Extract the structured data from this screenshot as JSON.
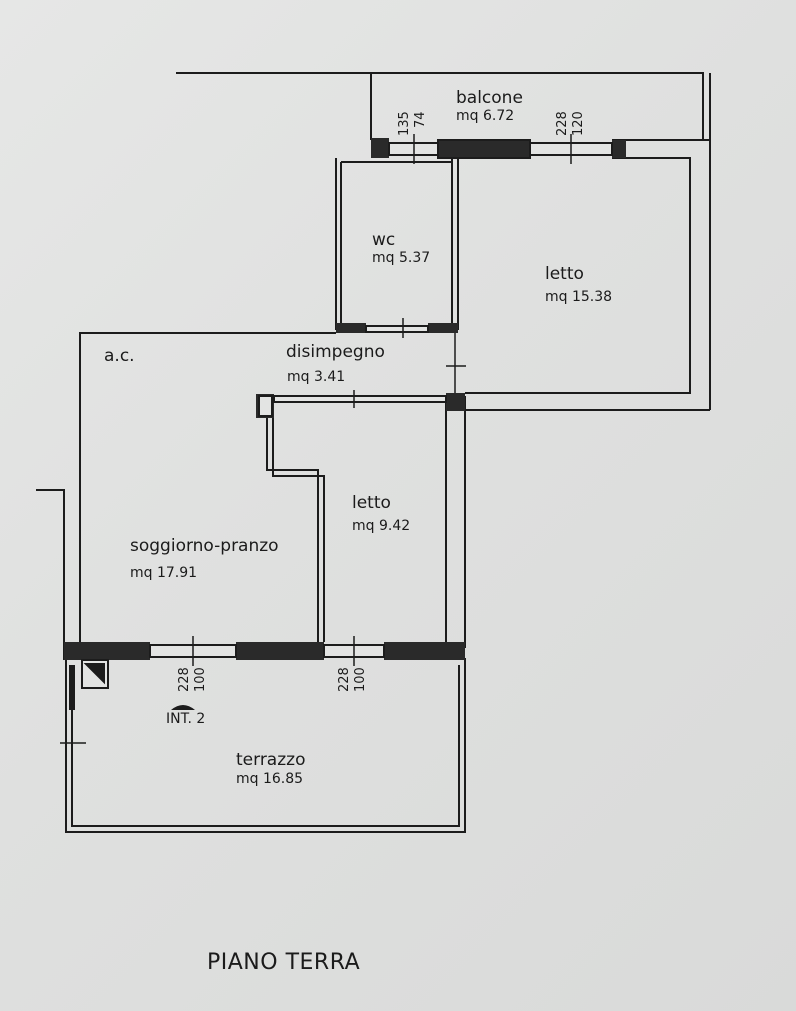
{
  "plan": {
    "title": "PIANO TERRA",
    "entrance_label": "INT. 2",
    "rooms": {
      "balcone": {
        "name": "balcone",
        "area": "mq 6.72"
      },
      "wc": {
        "name": "wc",
        "area": "mq 5.37"
      },
      "letto_large": {
        "name": "letto",
        "area": "mq 15.38"
      },
      "disimpegno": {
        "name": "disimpegno",
        "area": "mq 3.41"
      },
      "ac": {
        "name": "a.c."
      },
      "letto_small": {
        "name": "letto",
        "area": "mq 9.42"
      },
      "soggiorno": {
        "name": "soggiorno-pranzo",
        "area": "mq 17.91"
      },
      "terrazzo": {
        "name": "terrazzo",
        "area": "mq 16.85"
      }
    },
    "dimensions": {
      "wc_window": [
        "135",
        "74"
      ],
      "letto_window": [
        "228",
        "120"
      ],
      "soggiorno_window": [
        "228",
        "100"
      ],
      "letto_small_window": [
        "228",
        "100"
      ]
    }
  }
}
